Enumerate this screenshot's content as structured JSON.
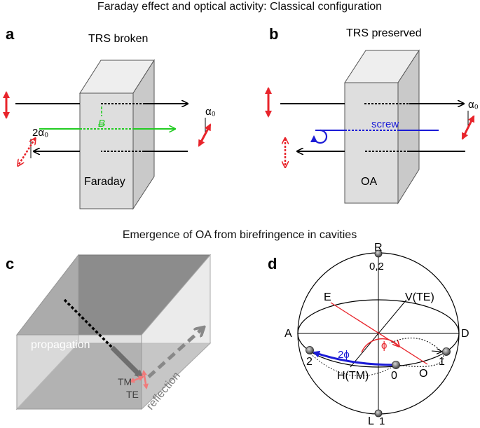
{
  "top": {
    "heading": "Faraday effect and optical activity: Classical configuration",
    "panel_a": {
      "letter": "a",
      "title": "TRS broken",
      "field_label": "B",
      "device_label": "Faraday",
      "angle_out": "α₀",
      "angle_back": "2α₀"
    },
    "panel_b": {
      "letter": "b",
      "title": "TRS preserved",
      "screw_label": "screw",
      "device_label": "OA",
      "angle_out": "α₀"
    }
  },
  "bottom": {
    "heading": "Emergence of OA from birefringence in cavities",
    "panel_c": {
      "letter": "c",
      "propagation": "propagation",
      "reflection": "reflection",
      "tm": "TM",
      "te": "TE"
    },
    "panel_d": {
      "letter": "d",
      "R": "R",
      "R_sub": "0,2",
      "L": "L",
      "L_sub": "1",
      "A": "A",
      "D": "D",
      "E": "E",
      "V": "V(TE)",
      "H": "H(TM)",
      "O": "O",
      "phi": "ϕ",
      "two_phi": "2ϕ",
      "p0": "0",
      "p1": "1",
      "p2": "2"
    }
  },
  "colors": {
    "red": "#e8242b",
    "green": "#22cc22",
    "blue": "#1b1bd6",
    "box_fill": "#e3e3e3"
  }
}
